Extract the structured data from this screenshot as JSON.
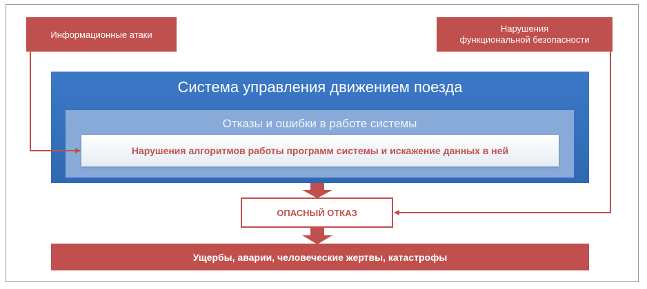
{
  "boxes": {
    "attacks": "Информационные атаки",
    "violations": "Нарушения\nфункциональной безопасности",
    "system": "Система управления движением поезда",
    "failures": "Отказы и ошибки в работе системы",
    "algorithms": "Нарушения алгоритмов работы программ системы и искажение данных в ней",
    "danger": "ОПАСНЫЙ ОТКАЗ",
    "damage": "Ущербы, аварии, человеческие жертвы, катастрофы"
  },
  "colors": {
    "red": "#c0504d",
    "blue": "#3b78c6",
    "light_blue": "#88aad8",
    "frame": "#9a9a9a"
  }
}
